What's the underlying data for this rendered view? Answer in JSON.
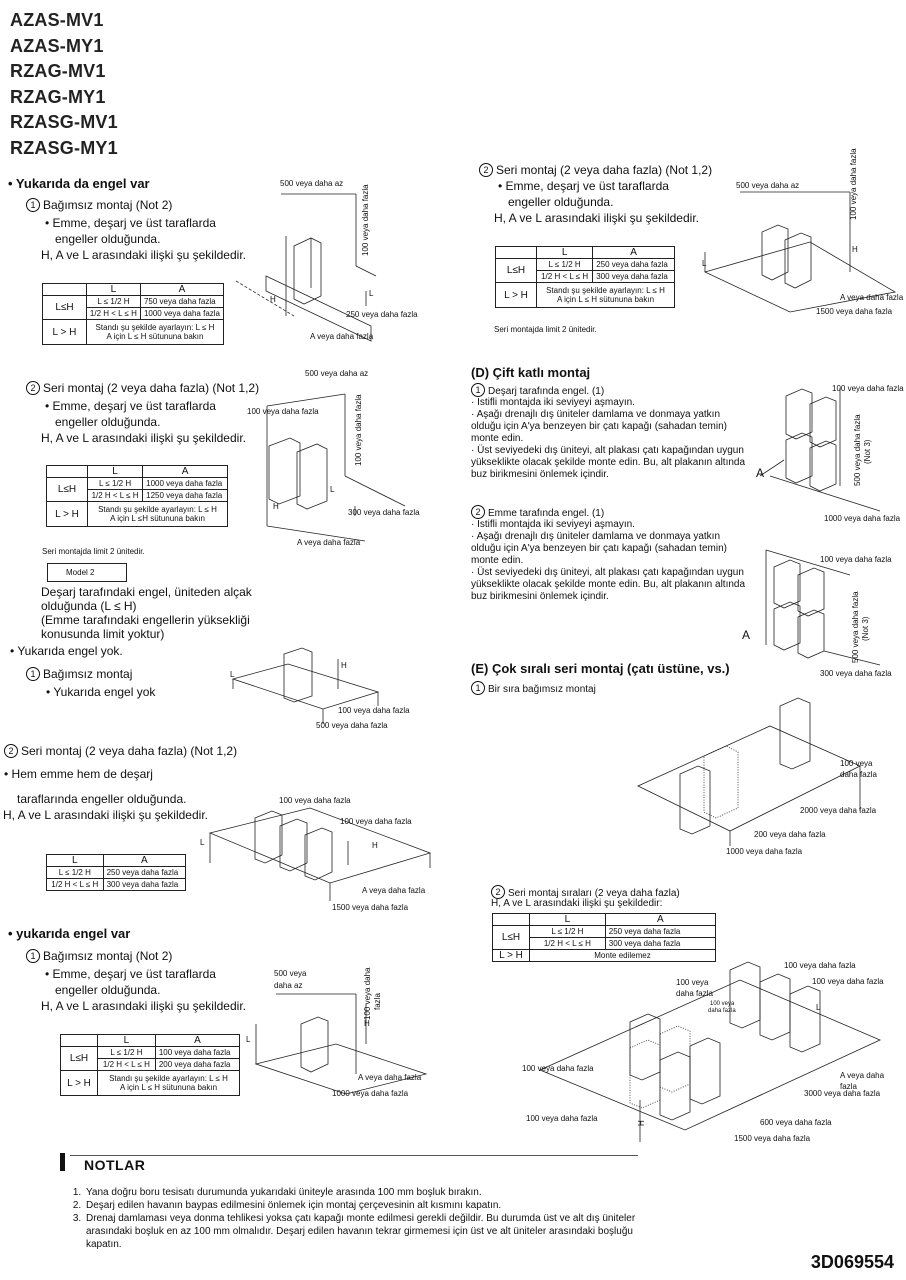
{
  "models": [
    "AZAS-MV1",
    "AZAS-MY1",
    "RZAG-MV1",
    "RZAG-MY1",
    "RZASG-MV1",
    "RZASG-MY1"
  ],
  "left": {
    "sec1": {
      "title": "• Yukarıda da engel var",
      "sub1": {
        "num": "1",
        "title": "Bağımsız montaj (Not 2)",
        "bullet": "• Emme, deşarj ve üst taraflarda",
        "bullet2": "engeller olduğunda.",
        "relation": "H, A ve L arasındaki ilişki şu şekildedir.",
        "table": {
          "hL": "L",
          "hA": "A",
          "rowLeH": "L≤H",
          "rowGtH": "L > H",
          "r1L": "L ≤ 1/2 H",
          "r1A": "750 veya daha fazla",
          "r2L": "1/2 H < L ≤ H",
          "r2A": "1000 veya daha fazla",
          "r3a": "Standı şu şekilde ayarlayın: L ≤ H",
          "r3b": "A için L ≤ H sütununa bakın"
        },
        "dia": {
          "top": "500 veya daha az",
          "side": "100 veya daha fazla",
          "right": "250 veya daha fazla",
          "bottom": "A veya daha fazla",
          "H": "H",
          "L": "L"
        }
      },
      "sub2": {
        "num": "2",
        "title": "Seri montaj (2 veya daha fazla) (Not 1,2)",
        "bullet": "• Emme, deşarj ve üst taraflarda",
        "bullet2": "engeller olduğunda.",
        "relation": "H, A ve L arasındaki ilişki şu şekildedir.",
        "table": {
          "hL": "L",
          "hA": "A",
          "rowLeH": "L≤H",
          "rowGtH": "L > H",
          "r1L": "L ≤ 1/2 H",
          "r1A": "1000 veya daha fazla",
          "r2L": "1/2 H < L ≤ H",
          "r2A": "1250 veya daha fazla",
          "r3a": "Standı şu şekilde ayarlayın: L ≤ H",
          "r3b": "A için L ≤H sütununa bakın"
        },
        "limit": "Seri montajda limit 2 ünitedir.",
        "dia": {
          "top": "500 veya daha az",
          "side": "100 veya daha fazla",
          "left": "100 veya daha fazla",
          "right": "300 veya daha fazla",
          "bottom": "A veya daha fazla",
          "H": "H",
          "L": "L"
        }
      },
      "model2": "Model 2",
      "desc": [
        "Deşarj tarafındaki engel, üniteden alçak",
        "olduğunda (L ≤ H)",
        "(Emme tarafındaki engellerin yüksekliği",
        "konusunda limit yoktur)"
      ]
    },
    "sec2": {
      "title": "• Yukarıda engel yok.",
      "sub1": {
        "num": "1",
        "title": "Bağımsız montaj",
        "bullet": "• Yukarıda engel yok",
        "dia": {
          "a": "100 veya daha fazla",
          "b": "500 veya daha fazla",
          "H": "H",
          "L": "L"
        }
      },
      "sub2": {
        "num": "2",
        "title": "Seri montaj (2 veya daha fazla) (Not 1,2)",
        "line1": "• Hem emme hem de deşarj",
        "line2": "taraflarında engeller olduğunda.",
        "relation": "H, A ve L arasındaki ilişki şu şekildedir.",
        "table": {
          "hL": "L",
          "hA": "A",
          "r1L": "L ≤ 1/2 H",
          "r1A": "250 veya daha fazla",
          "r2L": "1/2 H < L ≤ H",
          "r2A": "300 veya daha fazla"
        },
        "dia": {
          "top": "100 veya daha fazla",
          "side": "100 veya daha fazla",
          "right": "A veya daha fazla",
          "bottom": "1500 veya daha fazla",
          "H": "H",
          "L": "L"
        }
      }
    },
    "sec3": {
      "title": "• yukarıda engel var",
      "sub1": {
        "num": "1",
        "title": "Bağımsız montaj (Not 2)",
        "bullet": "• Emme, deşarj ve üst taraflarda",
        "bullet2": "engeller olduğunda.",
        "relation": "H, A ve L arasındaki ilişki şu şekildedir.",
        "table": {
          "hL": "L",
          "hA": "A",
          "rowLeH": "L≤H",
          "rowGtH": "L > H",
          "r1L": "L ≤ 1/2 H",
          "r1A": "100 veya daha fazla",
          "r2L": "1/2 H < L ≤ H",
          "r2A": "200 veya daha fazla",
          "r3a": "Standı şu şekilde ayarlayın: L ≤ H",
          "r3b": "A için L ≤ H sütununa bakın"
        },
        "dia": {
          "top1": "500 veya",
          "top2": "daha az",
          "side1": "100 veya daha",
          "side2": "fazla",
          "right": "A veya daha fazla",
          "bottom": "1000 veya daha fazla",
          "H": "H",
          "L": "L"
        }
      }
    }
  },
  "right": {
    "serial": {
      "num": "2",
      "title": "Seri montaj (2 veya daha fazla) (Not 1,2)",
      "bullet": "• Emme, deşarj ve üst taraflarda",
      "bullet2": "engeller olduğunda.",
      "relation": "H, A ve L arasındaki ilişki şu şekildedir.",
      "table": {
        "hL": "L",
        "hA": "A",
        "rowLeH": "L≤H",
        "rowGtH": "L > H",
        "r1L": "L ≤ 1/2 H",
        "r1A": "250 veya daha fazla",
        "r2L": "1/2 H < L ≤ H",
        "r2A": "300 veya daha fazla",
        "r3a": "Standı şu şekilde ayarlayın: L ≤ H",
        "r3b": "A için L ≤ H sütununa bakın"
      },
      "limit": "Seri montajda limit 2 ünitedir.",
      "dia": {
        "top": "500 veya daha az",
        "side": "100 veya daha fazla",
        "right": "A veya daha fazla",
        "bottom": "1500 veya daha fazla",
        "H": "H",
        "L": "L"
      }
    },
    "D": {
      "title": "(D) Çift katlı montaj",
      "s1": {
        "num": "1",
        "title": "Deşarj tarafında engel. (1)",
        "items": [
          "İstifli montajda iki seviyeyi aşmayın.",
          "Aşağı drenajlı dış üniteler damlama ve donmaya yatkın olduğu için A'ya benzeyen bir çatı kapağı (sahadan temin) monte edin.",
          "Üst seviyedeki dış üniteyi, alt plakası çatı kapağından uygun yükseklikte olacak şekilde monte edin. Bu, alt plakanın altında buz birikmesini önlemek içindir."
        ]
      },
      "s2": {
        "num": "2",
        "title": "Emme tarafında engel. (1)",
        "items": [
          "İstifli montajda iki seviyeyi aşmayın.",
          "Aşağı drenajlı dış üniteler damlama ve donmaya yatkın olduğu için A'ya benzeyen bir çatı kapağı (sahadan temin) monte edin.",
          "Üst seviyedeki dış üniteyi, alt plakası çatı kapağından uygun yükseklikte olacak şekilde monte edin. Bu, alt plakanın altında buz birikmesini önlemek içindir."
        ]
      },
      "dia1": {
        "top": "100 veya daha fazla",
        "side1": "500 veya daha fazla",
        "side2": "(Not 3)",
        "bottom": "1000 veya daha fazla",
        "A": "A"
      },
      "dia2": {
        "top": "100 veya daha fazla",
        "side1": "500 veya daha fazla",
        "side2": "(Not 3)",
        "bottom": "300 veya daha fazla",
        "A": "A"
      }
    },
    "E": {
      "title": "(E) Çok sıralı seri montaj (çatı üstüne, vs.)",
      "s1": {
        "num": "1",
        "title": "Bir sıra bağımsız montaj"
      },
      "dia1": {
        "a1": "100 veya",
        "a2": "daha fazla",
        "b": "2000 veya daha fazla",
        "c": "200 veya daha fazla",
        "d": "1000 veya daha fazla"
      },
      "s2": {
        "num": "2",
        "title": "Seri montaj sıraları (2 veya daha fazla)",
        "relation": "H, A ve L arasındaki ilişki şu şekildedir:"
      },
      "table": {
        "hL": "L",
        "hA": "A",
        "rowLeH": "L≤H",
        "rowGtH": "L > H",
        "r1L": "L ≤ 1/2 H",
        "r1A": "250 veya daha fazla",
        "r2L": "1/2 H < L ≤ H",
        "r2A": "300 veya daha fazla",
        "r3": "Monte edilemez"
      },
      "dia2": {
        "a1": "100 veya",
        "a2": "daha fazla",
        "b1": "100 veya",
        "b2": "daha fazla",
        "c": "100 veya daha fazla",
        "d": "100 veya daha fazla",
        "e": "100 veya daha fazla",
        "f": "A veya daha",
        "f2": "fazla",
        "g": "3000 veya daha fazla",
        "h": "100 veya daha fazla",
        "i": "600 veya daha fazla",
        "j": "1500 veya daha fazla",
        "H": "H",
        "L": "L"
      }
    }
  },
  "notes": {
    "title": "NOTLAR",
    "items": [
      "Yana doğru boru tesisatı durumunda yukarıdaki üniteyle arasında 100 mm boşluk bırakın.",
      "Deşarj edilen havanın baypas edilmesini önlemek için montaj çerçevesinin alt kısmını kapatın.",
      "Drenaj damlaması veya donma tehlikesi yoksa çatı kapağı monte edilmesi gerekli değildir. Bu durumda üst ve alt dış üniteler arasındaki boşluk en az 100 mm olmalıdır. Deşarj edilen havanın tekrar girmemesi için üst ve alt üniteler arasındaki boşluğu kapatın."
    ]
  },
  "doc_id": "3D069554"
}
